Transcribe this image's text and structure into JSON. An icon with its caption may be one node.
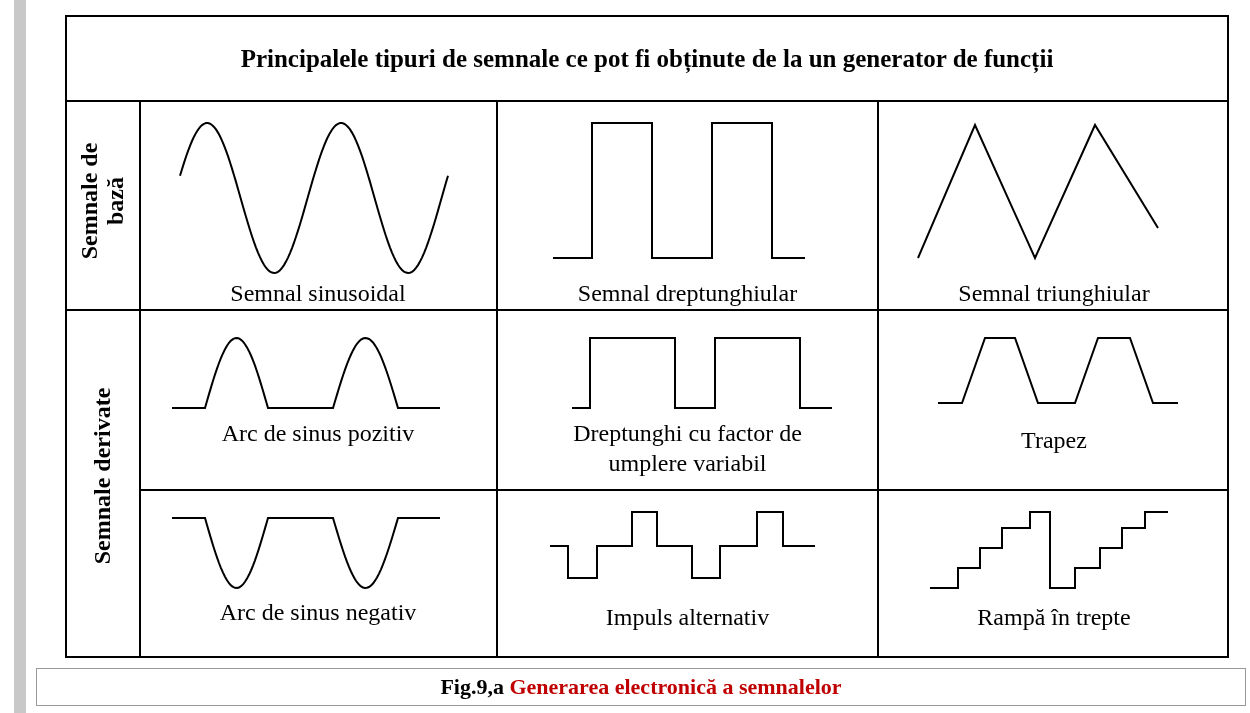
{
  "diagram": {
    "title": "Principalele tipuri de semnale ce pot fi obținute de la un generator de funcții",
    "caption": "Fig.9,a Generarea electronică a semnalelor",
    "labels": [
      "Semnale de bază",
      "Semnal sinusoidal",
      "Semnal dreptunghiular",
      "Semnal triunghiular",
      "Semnale derivate",
      "Arc de sinus pozitiv",
      "Dreptunghi cu factor de umplere variabil",
      "Trapez",
      "Arc de sinus negativ",
      "Impuls alternativ",
      "Rampă în trepte"
    ]
  }
}
